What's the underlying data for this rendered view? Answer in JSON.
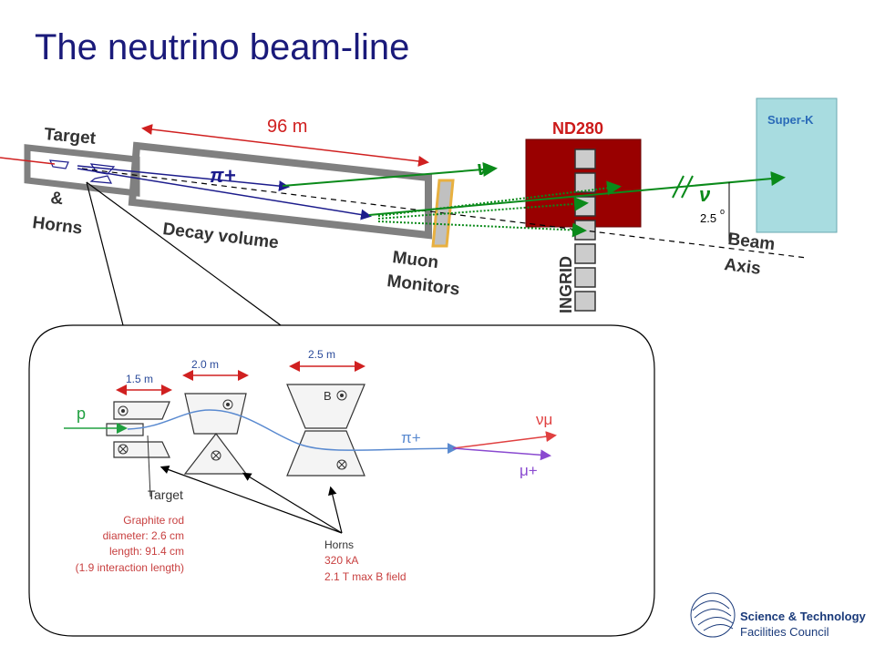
{
  "title": "The neutrino beam-line",
  "labels": {
    "target": "Target",
    "horns_amp": "&",
    "horns": "Horns",
    "decay_volume": "Decay volume",
    "distance": "96 m",
    "pion": "π+",
    "nu_left": "ν",
    "nu_right": "ν",
    "nd280": "ND280",
    "ingrid": "INGRID",
    "muon": "Muon",
    "monitors": "Monitors",
    "superk": "Super-K",
    "angle": "2.5",
    "angle_unit": "o",
    "beam": "Beam",
    "axis": "Axis"
  },
  "inset": {
    "dim_1": "1.5 m",
    "dim_2": "2.0 m",
    "dim_3": "2.5 m",
    "p": "p",
    "field_b": "B",
    "pi_plus": "π+",
    "nu_mu": "νμ",
    "mu_plus": "μ+",
    "target_label": "Target",
    "graphite": [
      "Graphite rod",
      "diameter: 2.6 cm",
      "length: 91.4 cm",
      "(1.9 interaction length)"
    ],
    "horns_lines": [
      "Horns",
      "320 kA",
      "2.1 T max B field"
    ]
  },
  "logo": {
    "line1": "Science & Technology",
    "line2": "Facilities Council"
  },
  "colors": {
    "title": "#1a1a7a",
    "nd280": "#990000",
    "superk": "#a8dce0",
    "beam_green": "#0a8a1a",
    "beam_blue": "#1c1c8c",
    "distance_red": "#d02020",
    "muon_monitor": "#e8b040",
    "logo_blue": "#1a3a7a"
  }
}
